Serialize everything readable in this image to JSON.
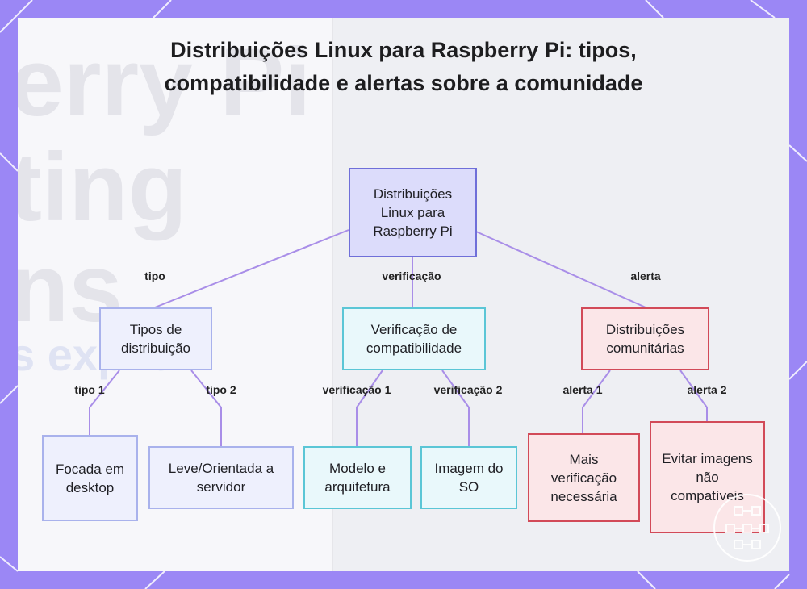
{
  "title": "Distribuições Linux para Raspberry Pi: tipos, compatibilidade e alertas sobre a comunidade",
  "background_words": [
    "erry Pi",
    "ting",
    "ns",
    "s expl d"
  ],
  "nodes": {
    "root": "Distribuições Linux para Raspberry Pi",
    "types": "Tipos de distribuição",
    "verification": "Verificação de compatibilidade",
    "community": "Distribuições comunitárias",
    "desktop": "Focada em desktop",
    "server": "Leve/Orientada a servidor",
    "model": "Modelo e arquitetura",
    "image": "Imagem do SO",
    "more_check": "Mais verificação necessária",
    "avoid": "Evitar imagens não compatíveis"
  },
  "edge_labels": {
    "tipo": "tipo",
    "verificacao": "verificação",
    "alerta": "alerta",
    "tipo1": "tipo 1",
    "tipo2": "tipo 2",
    "verificacao1": "verificação 1",
    "verificacao2": "verificação 2",
    "alerta1": "alerta 1",
    "alerta2": "alerta 2"
  },
  "colors": {
    "frame": "#9b87f5",
    "edge": "#a98ee8",
    "root_fill": "#dcdcfb",
    "type_border": "#a9b2ec",
    "verify_border": "#5bc6d6",
    "alert_border": "#d24a58"
  }
}
